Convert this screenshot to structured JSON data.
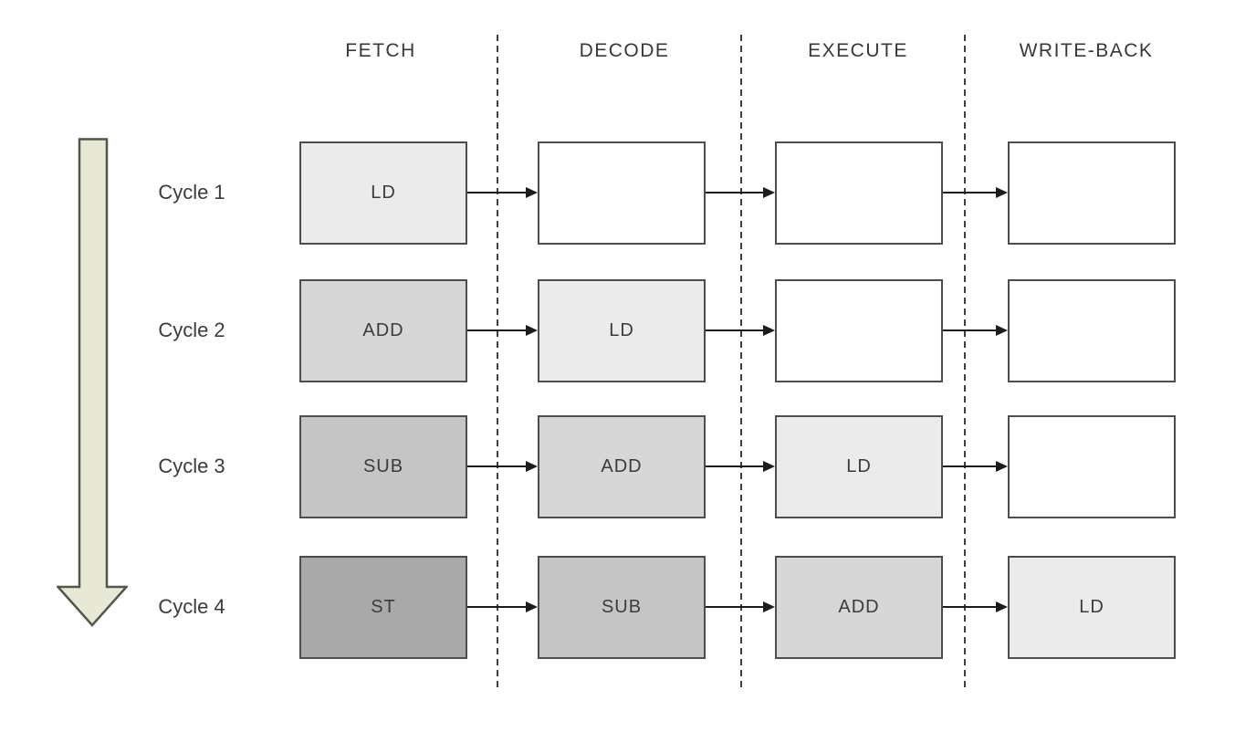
{
  "stages": [
    {
      "label": "FETCH"
    },
    {
      "label": "DECODE"
    },
    {
      "label": "EXECUTE"
    },
    {
      "label": "WRITE-BACK"
    }
  ],
  "rows": [
    {
      "cycle_label": "Cycle 1",
      "cells": [
        {
          "label": "LD",
          "fill": "#ebebeb"
        },
        {
          "label": "",
          "fill": "#ffffff"
        },
        {
          "label": "",
          "fill": "#ffffff"
        },
        {
          "label": "",
          "fill": "#ffffff"
        }
      ]
    },
    {
      "cycle_label": "Cycle 2",
      "cells": [
        {
          "label": "ADD",
          "fill": "#d7d7d7"
        },
        {
          "label": "LD",
          "fill": "#ebebeb"
        },
        {
          "label": "",
          "fill": "#ffffff"
        },
        {
          "label": "",
          "fill": "#ffffff"
        }
      ]
    },
    {
      "cycle_label": "Cycle 3",
      "cells": [
        {
          "label": "SUB",
          "fill": "#c5c5c5"
        },
        {
          "label": "ADD",
          "fill": "#d7d7d7"
        },
        {
          "label": "LD",
          "fill": "#ebebeb"
        },
        {
          "label": "",
          "fill": "#ffffff"
        }
      ]
    },
    {
      "cycle_label": "Cycle 4",
      "cells": [
        {
          "label": "ST",
          "fill": "#a9a9a9"
        },
        {
          "label": "SUB",
          "fill": "#c5c5c5"
        },
        {
          "label": "ADD",
          "fill": "#d7d7d7"
        },
        {
          "label": "LD",
          "fill": "#ebebeb"
        }
      ]
    }
  ],
  "icons": {
    "time_arrow": "down-arrow",
    "flow_arrow": "right-arrow"
  },
  "colors": {
    "box_border": "#4d4d4d",
    "flow_arrow": "#1c1c1c",
    "divider": "#3f3f3f",
    "text": "#3b3b3b",
    "time_arrow_fill": "#e7e8d6",
    "time_arrow_border": "#54564a",
    "fill_ld": "#ebebeb",
    "fill_add": "#d7d7d7",
    "fill_sub": "#c5c5c5",
    "fill_st": "#a9a9a9",
    "fill_empty": "#ffffff"
  }
}
